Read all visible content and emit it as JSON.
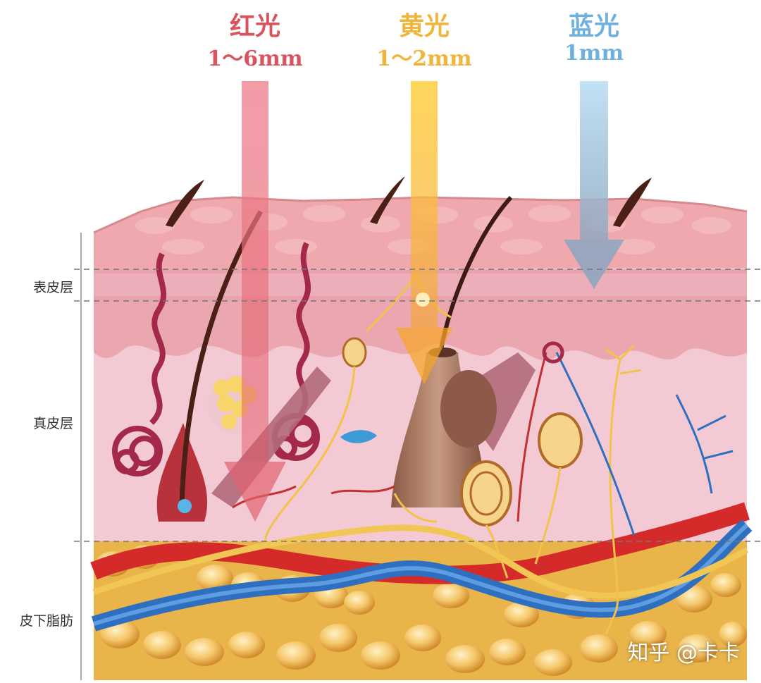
{
  "beams": {
    "red": {
      "name": "红光",
      "depth": "1～6mm",
      "color": "#d8555f"
    },
    "yellow": {
      "name": "黄光",
      "depth": "1～2mm",
      "color": "#f0b53c"
    },
    "blue": {
      "name": "蓝光",
      "depth": "1mm",
      "color": "#6fb1dd"
    }
  },
  "layers": {
    "epidermis": "表皮层",
    "dermis": "真皮层",
    "subcutaneous": "皮下脂肪"
  },
  "watermark": "知乎 @卡卡"
}
